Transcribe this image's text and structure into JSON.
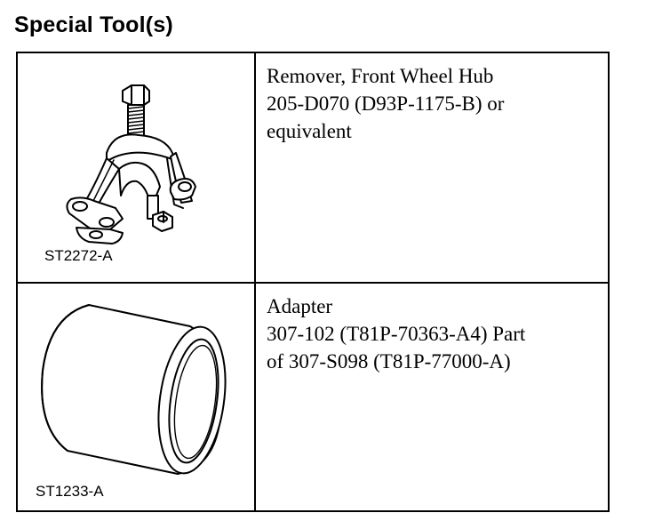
{
  "page": {
    "title": "Special Tool(s)"
  },
  "tools": [
    {
      "code": "ST2272-A",
      "lines": [
        "Remover, Front Wheel Hub",
        "205-D070 (D93P-1175-B) or",
        "equivalent"
      ],
      "illustration": "hub-remover-illustration"
    },
    {
      "code": "ST1233-A",
      "lines": [
        "Adapter",
        "307-102 (T81P-70363-A4) Part",
        "of 307-S098 (T81P-77000-A)"
      ],
      "illustration": "adapter-sleeve-illustration"
    }
  ]
}
